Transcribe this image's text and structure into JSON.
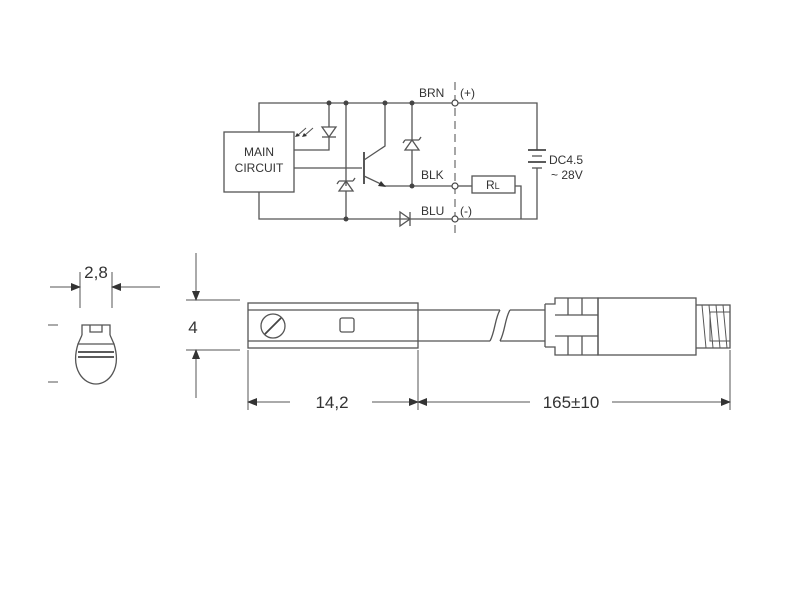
{
  "circuit": {
    "main_circuit_line1": "MAIN",
    "main_circuit_line2": "CIRCUIT",
    "brn": "BRN",
    "brn_polarity": "(+)",
    "blk": "BLK",
    "blu": "BLU",
    "blu_polarity": "(-)",
    "load": "R",
    "load_sub": "L",
    "supply_line1": "DC4.5",
    "supply_line2": "~ 28V"
  },
  "dimensions": {
    "width_top": "2,8",
    "height_side": "4",
    "body_length": "14,2",
    "cable_length": "165±10"
  }
}
